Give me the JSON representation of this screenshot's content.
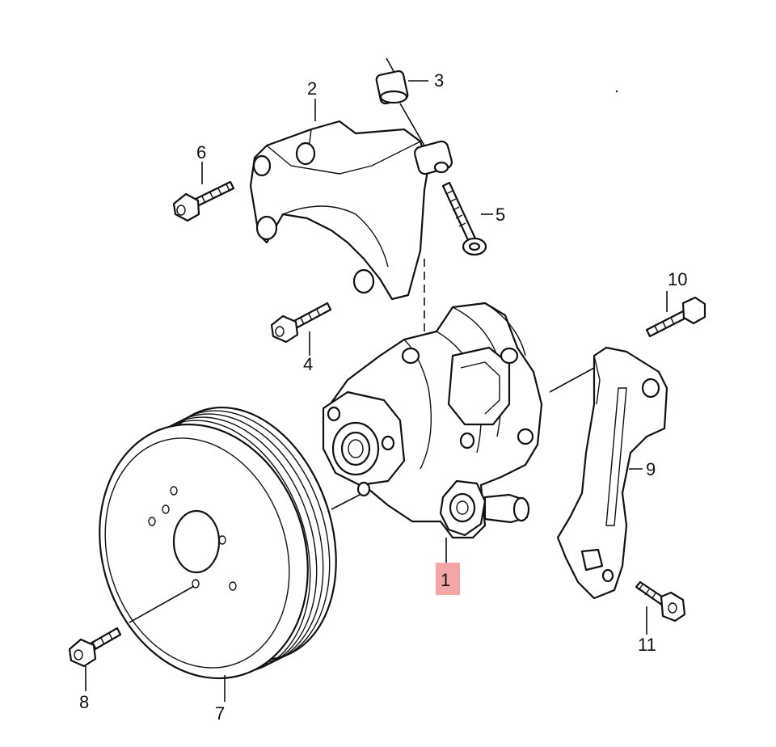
{
  "callouts": [
    {
      "id": "1",
      "text": "1",
      "highlighted": true
    },
    {
      "id": "2",
      "text": "2"
    },
    {
      "id": "3",
      "text": "3"
    },
    {
      "id": "4",
      "text": "4"
    },
    {
      "id": "5",
      "text": "5"
    },
    {
      "id": "6",
      "text": "6"
    },
    {
      "id": "7",
      "text": "7"
    },
    {
      "id": "8",
      "text": "8"
    },
    {
      "id": "9",
      "text": "9"
    },
    {
      "id": "10",
      "text": "10"
    },
    {
      "id": "11",
      "text": "11"
    }
  ],
  "colors": {
    "highlight": "#f4a6a6",
    "line": "#111111",
    "background": "#ffffff"
  }
}
